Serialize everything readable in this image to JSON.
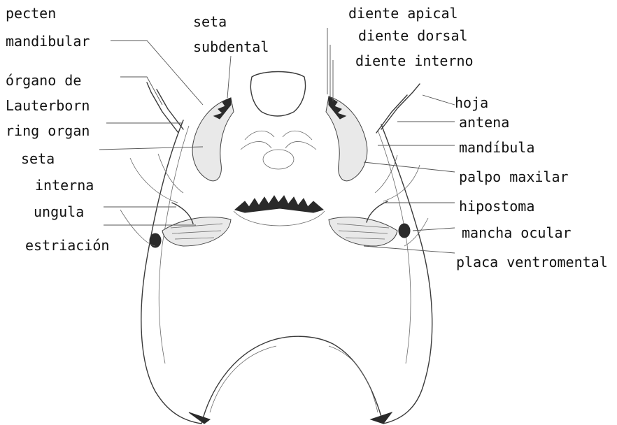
{
  "labels": {
    "pecten": "pecten",
    "mandibular": "mandibular",
    "organo_de": "órgano de",
    "lauterborn": "Lauterborn",
    "ring_organ": "ring organ",
    "seta": "seta",
    "interna": "interna",
    "ungula": "ungula",
    "estriacion": "estriación",
    "seta_top": "seta",
    "subdental": "subdental",
    "diente_apical": "diente apical",
    "diente_dorsal": "diente dorsal",
    "diente_interno": "diente interno",
    "hoja": "hoja",
    "antena": "antena",
    "mandibula": "mandíbula",
    "palpo_maxilar": "palpo maxilar",
    "hipostoma": "hipostoma",
    "mancha_ocular": "mancha ocular",
    "placa_ventromental": "placa ventromental"
  }
}
